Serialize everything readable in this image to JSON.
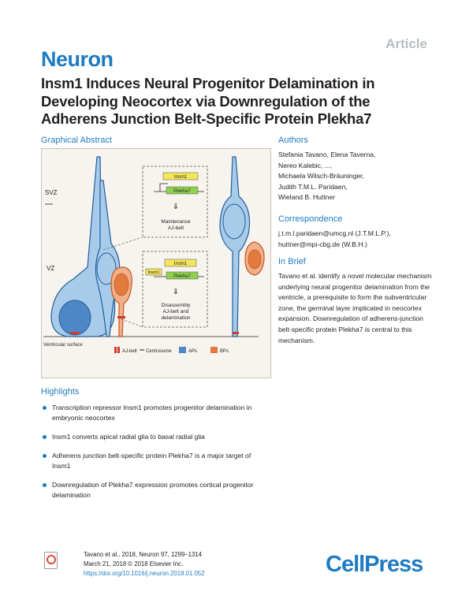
{
  "header": {
    "article_label": "Article",
    "journal": "Neuron",
    "title": "Insm1 Induces Neural Progenitor Delamination in Developing Neocortex via Downregulation of the Adherens Junction Belt-Specific Protein Plekha7"
  },
  "graphical_abstract": {
    "heading": "Graphical Abstract",
    "labels": {
      "svz": "SVZ",
      "vz": "VZ",
      "ventricular_surface": "Ventricular surface",
      "insm1_top": "Insm1",
      "plekha7_top": "Plekha7",
      "maintenance": "Maintenance AJ-belt",
      "insm1_mid": "Insm1",
      "insm1_side": "Insm1",
      "plekha7_mid": "Plekha7",
      "disassembly": "Disassembly AJ-belt and delamination"
    },
    "legend": {
      "aj_belt": "AJ-belt",
      "centrosome": "Centrosome",
      "aps": "APs",
      "bps": "BPs"
    }
  },
  "authors": {
    "heading": "Authors",
    "lines": [
      "Stefania Tavano, Elena Taverna,",
      "Nereo Kalebic, ...,",
      "Michaela Wilsch-Bräuninger,",
      "Judith T.M.L. Paridaen,",
      "Wieland B. Huttner"
    ]
  },
  "correspondence": {
    "heading": "Correspondence",
    "lines": [
      "j.t.m.l.paridaen@umcg.nl (J.T.M.L.P.),",
      "huttner@mpi-cbg.de (W.B.H.)"
    ]
  },
  "in_brief": {
    "heading": "In Brief",
    "text": "Tavano et al. identify a novel molecular mechanism underlying neural progenitor delamination from the ventricle, a prerequisite to form the subventricular zone, the germinal layer implicated in neocortex expansion. Downregulation of adherens-junction belt-specific protein Plekha7 is central to this mechanism."
  },
  "highlights": {
    "heading": "Highlights",
    "items": [
      "Transcription repressor Insm1 promotes progenitor delamination in embryonic neocortex",
      "Insm1 converts apical radial glia to basal radial glia",
      "Adherens junction belt-specific protein Plekha7 is a major target of Insm1",
      "Downregulation of Plekha7 expression promotes cortical progenitor delamination"
    ]
  },
  "footer": {
    "citation": "Tavano et al., 2018, Neuron 97, 1299–1314",
    "date": "March 21, 2018 © 2018 Elsevier Inc.",
    "doi": "https://doi.org/10.1016/j.neuron.2018.01.052",
    "publisher": "CellPress"
  },
  "colors": {
    "brand_blue": "#1f7bc1",
    "ap_blue": "#a9cbea",
    "bp_orange": "#f0b08c",
    "gene_green": "#8ed14f",
    "gene_yellow": "#f3e65a",
    "aj_red": "#d23b2e"
  }
}
